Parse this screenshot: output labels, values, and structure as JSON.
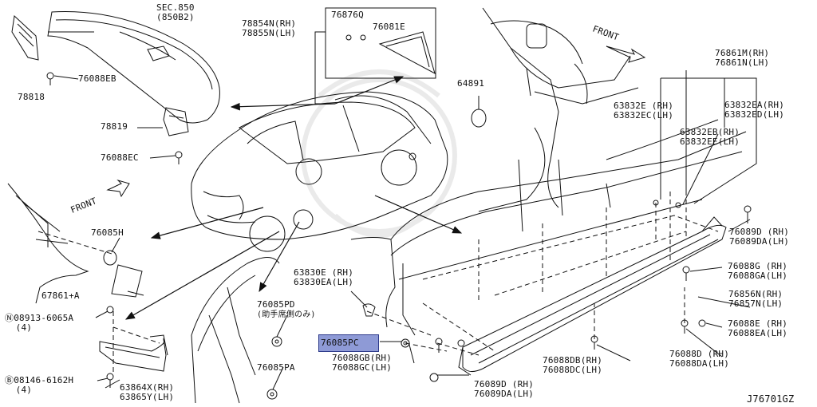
{
  "diagram_id": "J76701GZ",
  "front_labels": [
    "FRONT",
    "FRONT"
  ],
  "callouts": [
    {
      "name": "sec850",
      "lines": [
        "SEC.850",
        "(850B2)"
      ]
    },
    {
      "name": "78854n",
      "lines": [
        "78854N(RH)",
        "78855N(LH)"
      ]
    },
    {
      "name": "76876q",
      "lines": [
        "76876Q"
      ]
    },
    {
      "name": "76081e",
      "lines": [
        "76081E"
      ]
    },
    {
      "name": "64891",
      "lines": [
        "64891"
      ]
    },
    {
      "name": "76861m",
      "lines": [
        "76861M(RH)",
        "76861N(LH)"
      ]
    },
    {
      "name": "78818",
      "lines": [
        "78818"
      ]
    },
    {
      "name": "76088eb",
      "lines": [
        "76088EB"
      ]
    },
    {
      "name": "78819",
      "lines": [
        "78819"
      ]
    },
    {
      "name": "76088ec",
      "lines": [
        "76088EC"
      ]
    },
    {
      "name": "63832e",
      "lines": [
        "63832E (RH)",
        "63832EC(LH)"
      ]
    },
    {
      "name": "63832ea",
      "lines": [
        "63832EA(RH)",
        "63832ED(LH)"
      ]
    },
    {
      "name": "63832eb",
      "lines": [
        "63832EB(RH)",
        "63832EE(LH)"
      ]
    },
    {
      "name": "76085h",
      "lines": [
        "76085H"
      ]
    },
    {
      "name": "67861a",
      "lines": [
        "67861+A"
      ]
    },
    {
      "name": "76089d-top",
      "lines": [
        "76089D (RH)",
        "76089DA(LH)"
      ]
    },
    {
      "name": "63830e",
      "lines": [
        "63830E (RH)",
        "63830EA(LH)"
      ]
    },
    {
      "name": "76085pd",
      "lines": [
        "76085PD",
        "(助手席側のみ)"
      ]
    },
    {
      "name": "76088g",
      "lines": [
        "76088G (RH)",
        "76088GA(LH)"
      ]
    },
    {
      "name": "76856n",
      "lines": [
        "76856N(RH)",
        "76857N(LH)"
      ]
    },
    {
      "name": "08913",
      "lines": [
        "Ⓝ08913-6065A",
        "  (4)"
      ]
    },
    {
      "name": "76085pc",
      "lines": [
        "76085PC"
      ],
      "highlight": true
    },
    {
      "name": "76088e",
      "lines": [
        "76088E (RH)",
        "76088EA(LH)"
      ]
    },
    {
      "name": "76088gb",
      "lines": [
        "76088GB(RH)",
        "76088GC(LH)"
      ]
    },
    {
      "name": "76088db",
      "lines": [
        "76088DB(RH)",
        "76088DC(LH)"
      ]
    },
    {
      "name": "76088d",
      "lines": [
        "76088D (RH)",
        "76088DA(LH)"
      ]
    },
    {
      "name": "76085pa",
      "lines": [
        "76085PA"
      ]
    },
    {
      "name": "08146",
      "lines": [
        "Ⓑ08146-6162H",
        "  (4)"
      ]
    },
    {
      "name": "63864x",
      "lines": [
        "63864X(RH)",
        "63865Y(LH)"
      ]
    },
    {
      "name": "76089d-bot",
      "lines": [
        "76089D (RH)",
        "76089DA(LH)"
      ]
    }
  ]
}
